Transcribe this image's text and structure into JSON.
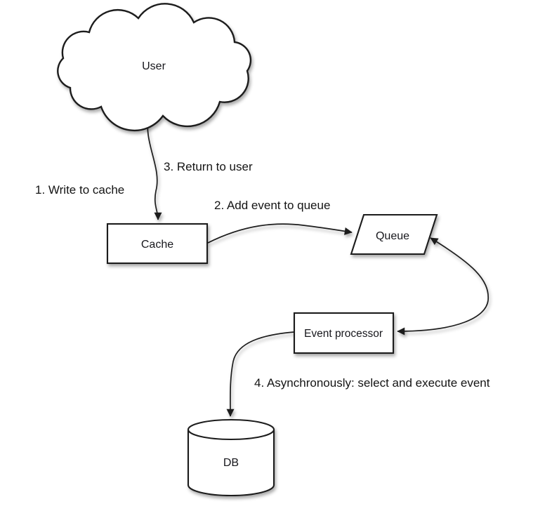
{
  "diagram_type": "flow-diagram",
  "background": "#ffffff",
  "colors": {
    "shape_fill": "#ffffff",
    "stroke": "#1f1f1f",
    "text": "#141414"
  },
  "nodes": {
    "user": {
      "label": "User",
      "shape": "cloud"
    },
    "cache": {
      "label": "Cache",
      "shape": "rectangle"
    },
    "queue": {
      "label": "Queue",
      "shape": "parallelogram"
    },
    "event_processor": {
      "label": "Event processor",
      "shape": "rectangle"
    },
    "db": {
      "label": "DB",
      "shape": "cylinder"
    }
  },
  "connections": [
    {
      "from": "user",
      "to": "cache",
      "arrow": "single"
    },
    {
      "from": "cache",
      "to": "queue",
      "arrow": "single"
    },
    {
      "from": "queue",
      "to": "event_processor",
      "arrow": "double"
    },
    {
      "from": "event_processor",
      "to": "db",
      "arrow": "single"
    }
  ],
  "steps": [
    {
      "text": "1. Write to cache"
    },
    {
      "text": "2. Add event to queue"
    },
    {
      "text": "3. Return to user"
    },
    {
      "text": "4. Asynchronously: select and execute event"
    }
  ]
}
